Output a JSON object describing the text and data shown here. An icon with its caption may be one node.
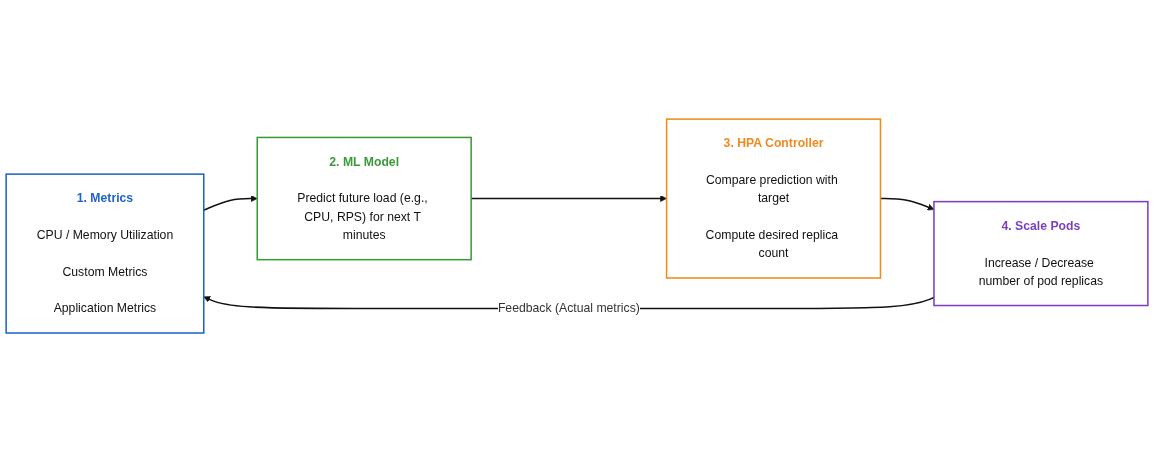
{
  "diagram": {
    "nodes": [
      {
        "text": [
          "1. Metrics",
          "CPU / Memory Utilization",
          "Custom Metrics",
          "Application Metrics"
        ]
      },
      {
        "text": [
          "2. ML Model",
          "Predict future load (e.g., CPU, RPS) for next T minutes"
        ]
      },
      {
        "text": [
          "3. HPA Controller",
          "Compare prediction with target",
          "Compute desired replica count"
        ]
      },
      {
        "text": [
          "4. Scale Pods",
          "Increase / Decrease number of pod replicas"
        ]
      }
    ],
    "edges": [
      {
        "from": 0,
        "to": 1,
        "arrow": "to"
      },
      {
        "from": 1,
        "to": 2,
        "arrow": "to"
      },
      {
        "from": 2,
        "to": 3,
        "arrow": "to"
      },
      {
        "from": 3,
        "to": 0,
        "label": "Feedback (Actual metrics)",
        "arrow": "to"
      }
    ]
  }
}
